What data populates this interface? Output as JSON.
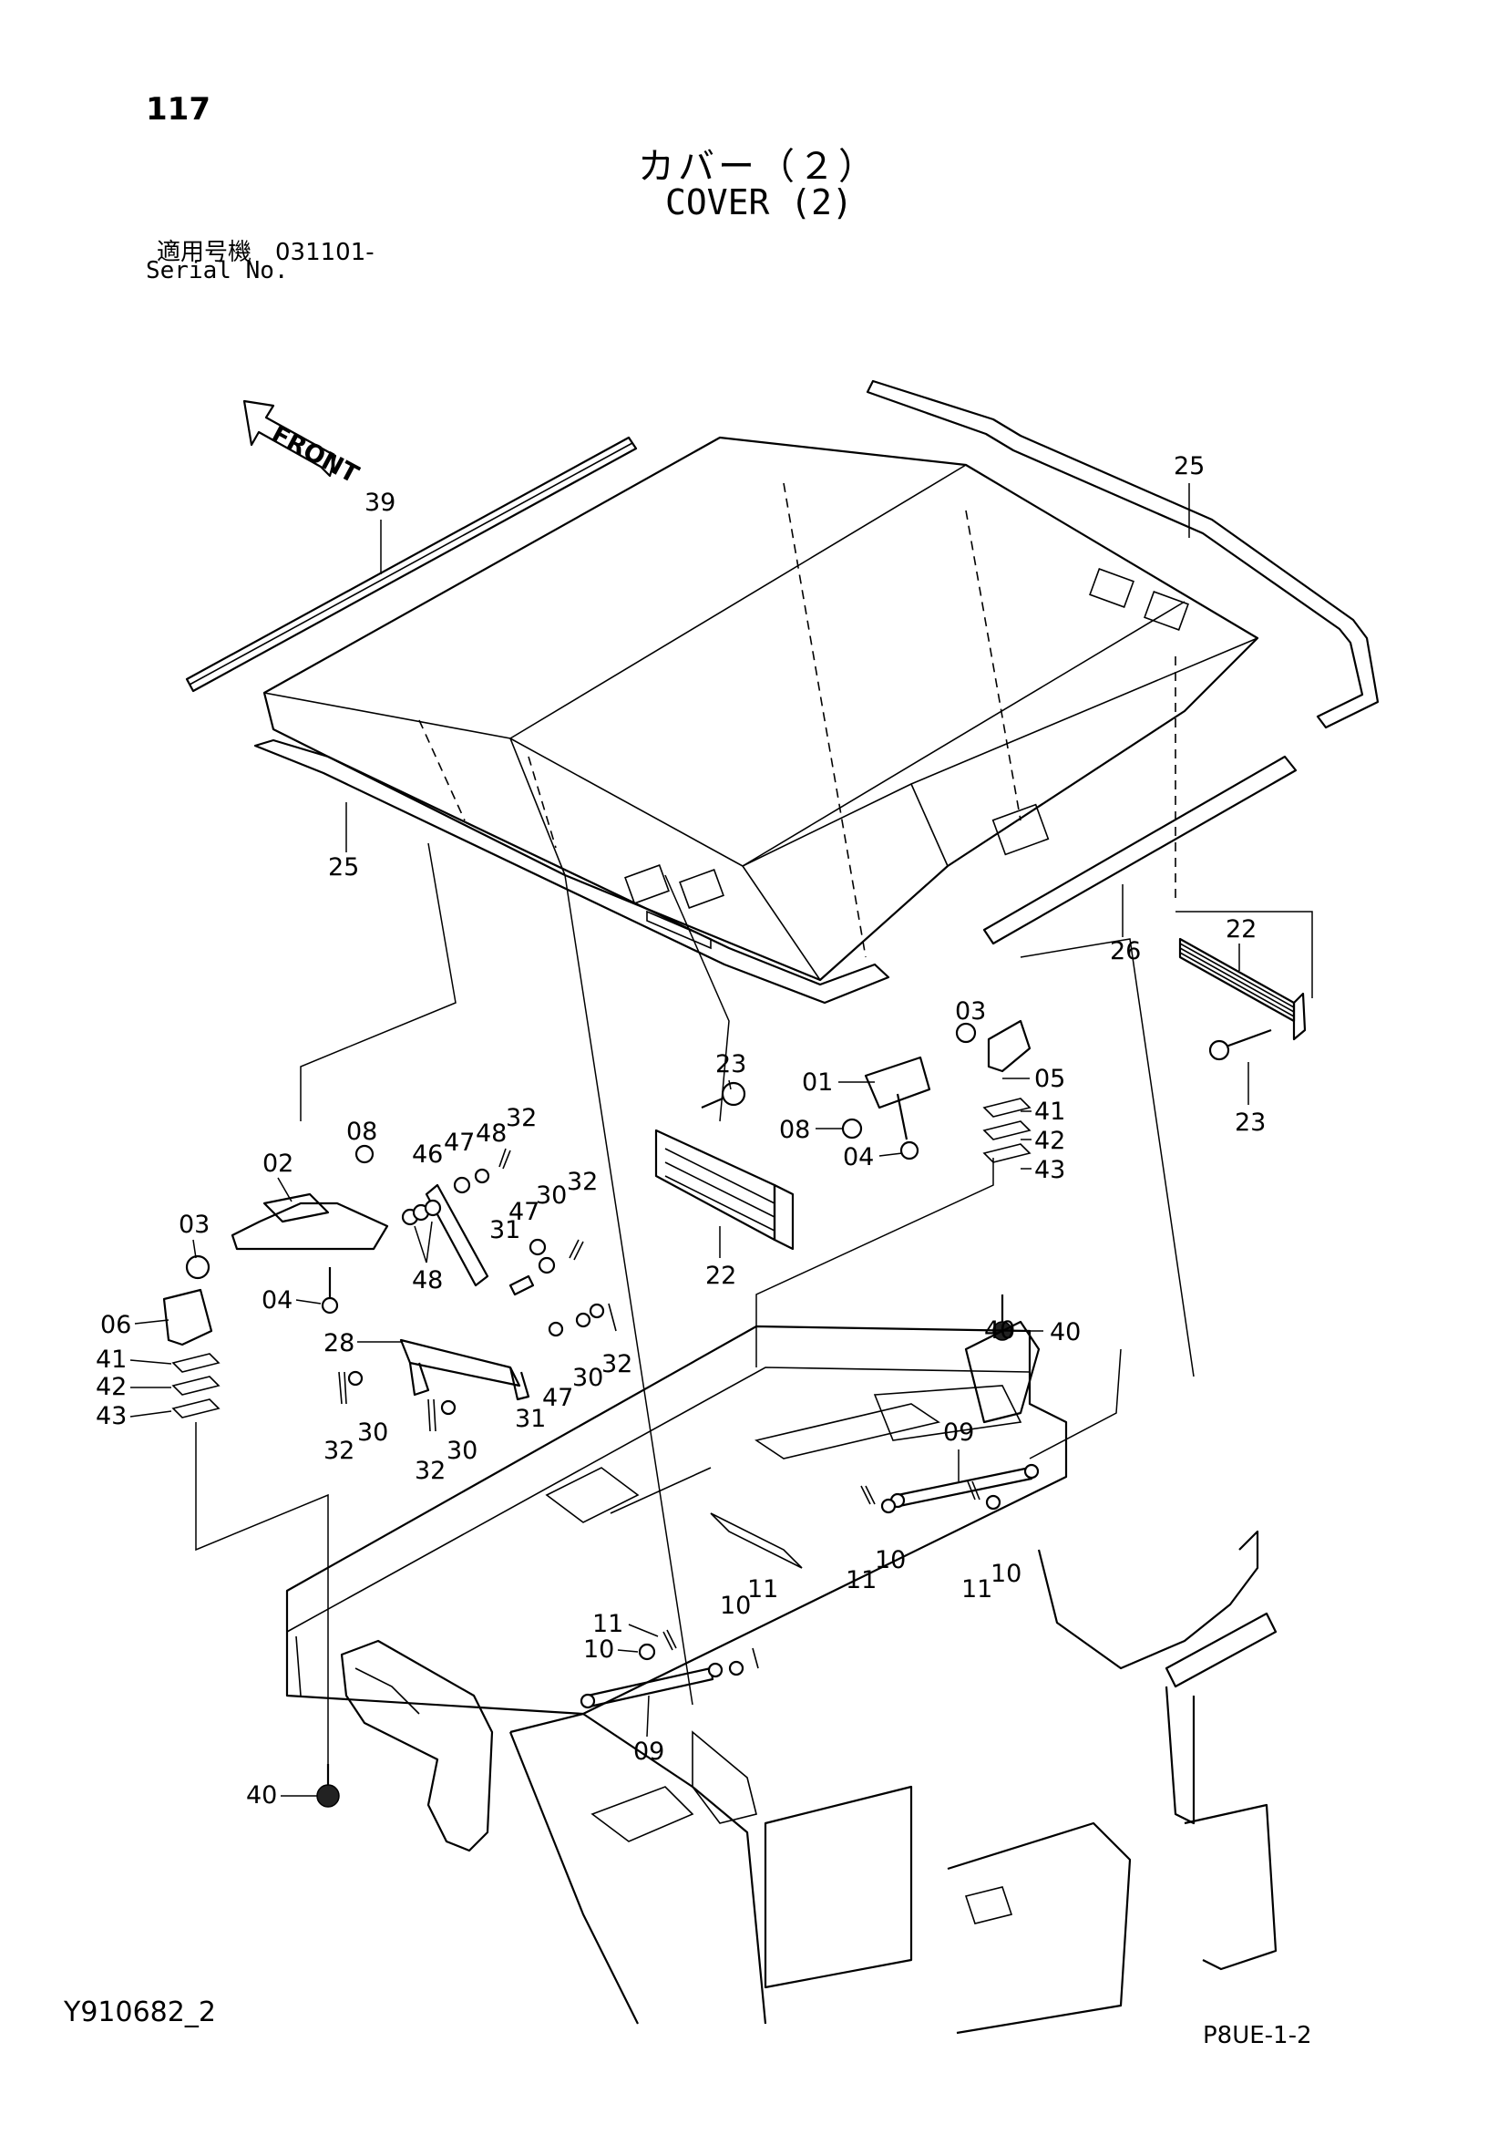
{
  "header": {
    "page_number": "117",
    "title_jp": "カバー（２）",
    "title_en": "COVER (2)",
    "serial_label_jp": "適用号機　031101-",
    "serial_label_en": "Serial No."
  },
  "footer": {
    "figure_id": "Y910682_2",
    "page_code": "P8UE-1-2"
  },
  "direction_label": "FRONT",
  "callouts": {
    "c01": "01",
    "c02": "02",
    "c03a": "03",
    "c03b": "03",
    "c04a": "04",
    "c04b": "04",
    "c05": "05",
    "c06": "06",
    "c08a": "08",
    "c08b": "08",
    "c09a": "09",
    "c09b": "09",
    "c10a": "10",
    "c10b": "10",
    "c10c": "10",
    "c10d": "10",
    "c11a": "11",
    "c11b": "11",
    "c11c": "11",
    "c11d": "11",
    "c22a": "22",
    "c22b": "22",
    "c23a": "23",
    "c23b": "23",
    "c25a": "25",
    "c25b": "25",
    "c26": "26",
    "c28": "28",
    "c30a": "30",
    "c30b": "30",
    "c30c": "30",
    "c30d": "30",
    "c31a": "31",
    "c31b": "31",
    "c32a": "32",
    "c32b": "32",
    "c32c": "32",
    "c32d": "32",
    "c32e": "32",
    "c39": "39",
    "c40a": "40",
    "c40b": "40",
    "c41a": "41",
    "c41b": "41",
    "c42a": "42",
    "c42b": "42",
    "c43a": "43",
    "c43b": "43",
    "c46": "46",
    "c47a": "47",
    "c47b": "47",
    "c48a": "48",
    "c48b": "48"
  }
}
